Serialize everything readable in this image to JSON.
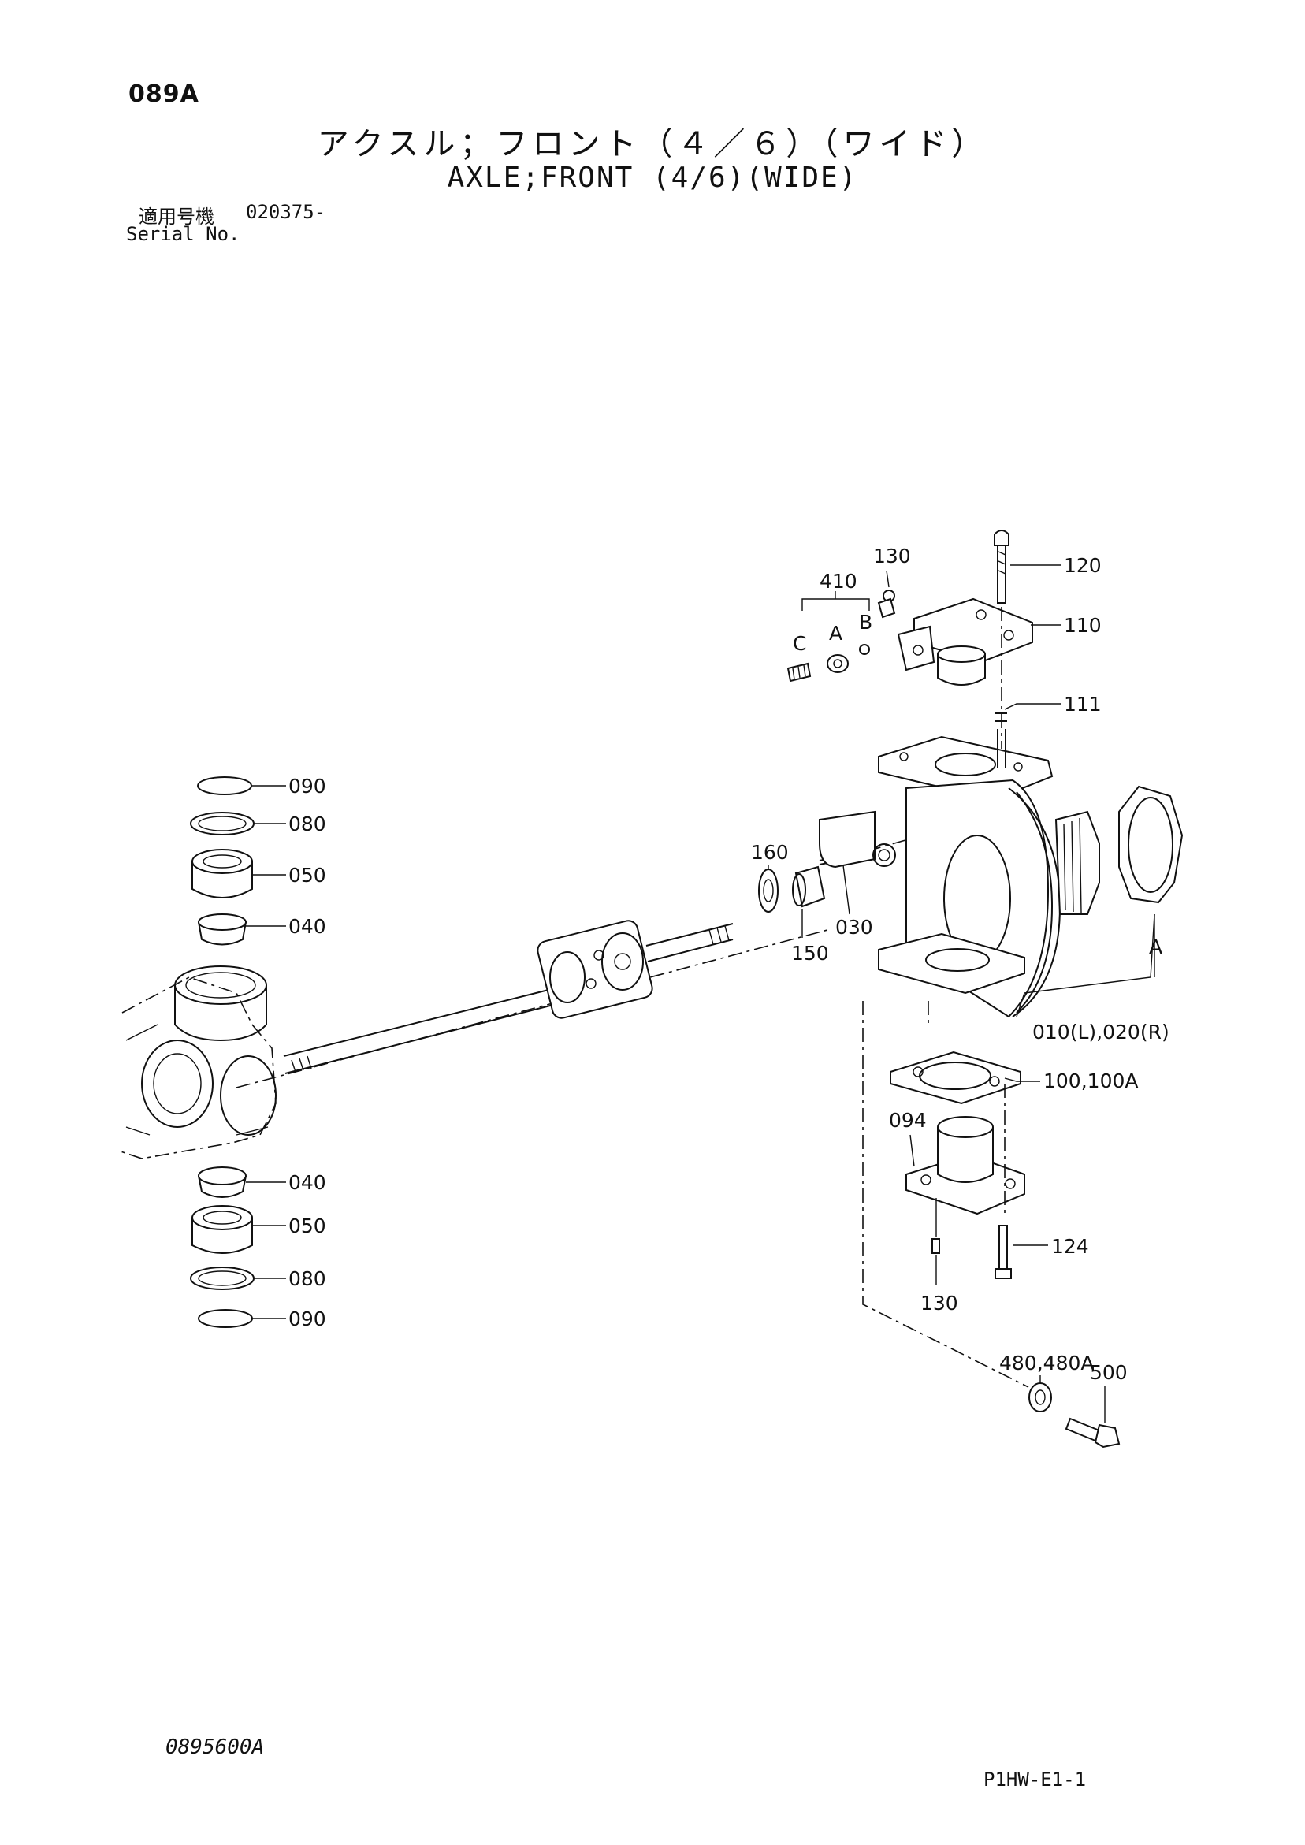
{
  "header": {
    "page_no": "089A",
    "title_jp": "アクスル；フロント（４／６）（ワイド）",
    "title_en": "AXLE;FRONT (4/6)(WIDE)",
    "serial_label_jp": "適用号機",
    "serial_value": "020375-",
    "serial_label_en": "Serial No."
  },
  "callouts": {
    "p410": "410",
    "p130_top": "130",
    "p120": "120",
    "p110": "110",
    "p111": "111",
    "pC": "C",
    "pA_top": "A",
    "pB": "B",
    "p090_top": "090",
    "p080_top": "080",
    "p050_top": "050",
    "p040_top": "040",
    "p160": "160",
    "p030": "030",
    "p150": "150",
    "pA_right": "A",
    "p010_020": "010(L),020(R)",
    "p100": "100,100A",
    "p094": "094",
    "p124": "124",
    "p130_bottom": "130",
    "p480": "480,480A",
    "p500": "500",
    "p040_bottom": "040",
    "p050_bottom": "050",
    "p080_bottom": "080",
    "p090_bottom": "090"
  },
  "footer": {
    "figure_no": "0895600A",
    "sheet_id": "P1HW-E1-1"
  }
}
